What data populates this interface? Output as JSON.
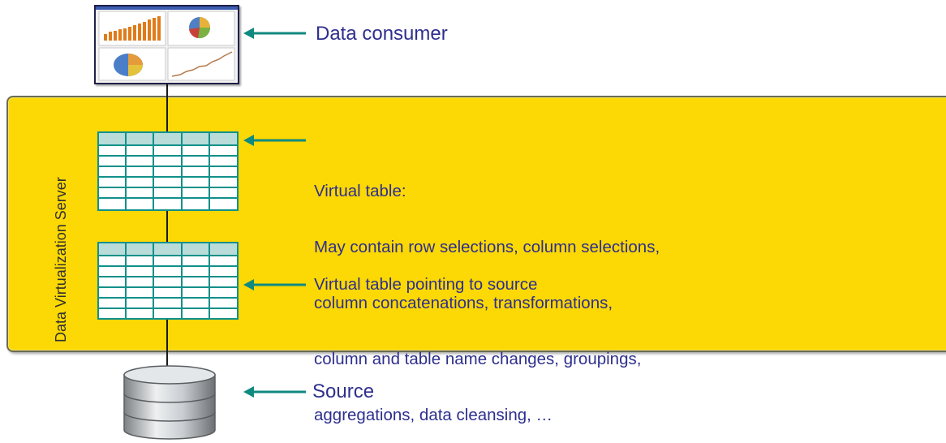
{
  "server_label": "Data Virtualization Server",
  "consumer_label": "Data consumer",
  "virtual_table_title": "Virtual table:",
  "virtual_table_lines": [
    "May contain row selections, column selections,",
    "column concatenations, transformations,",
    "column and table name changes, groupings,",
    "aggregations, data cleansing, …"
  ],
  "virtual_table_source_label": "Virtual table pointing to source",
  "source_label": "Source",
  "colors": {
    "band": "#fcd804",
    "text": "#2e2f8e",
    "teal": "#0f8a80",
    "table_header": "#b9dcd9"
  }
}
